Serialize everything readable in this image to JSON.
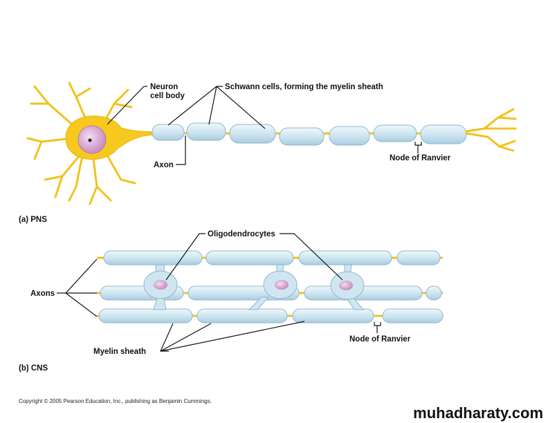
{
  "pns": {
    "panel_label": "(a) PNS",
    "neuron_label_line1": "Neuron",
    "neuron_label_line2": "cell body",
    "schwann_label": "Schwann cells, forming the myelin sheath",
    "axon_label": "Axon",
    "node_label": "Node of Ranvier"
  },
  "cns": {
    "panel_label": "(b) CNS",
    "oligo_label": "Oligodendrocytes",
    "axons_label": "Axons",
    "myelin_label": "Myelin sheath",
    "node_label": "Node of Ranvier"
  },
  "footer": {
    "copyright": "Copyright © 2005 Pearson Education, Inc., publishing as Benjamin Cummings.",
    "watermark": "muhadharaty.com"
  },
  "colors": {
    "neuron": "#f7c81e",
    "myelin": "#c9e3f0",
    "nucleus": "#d9a6d0"
  }
}
